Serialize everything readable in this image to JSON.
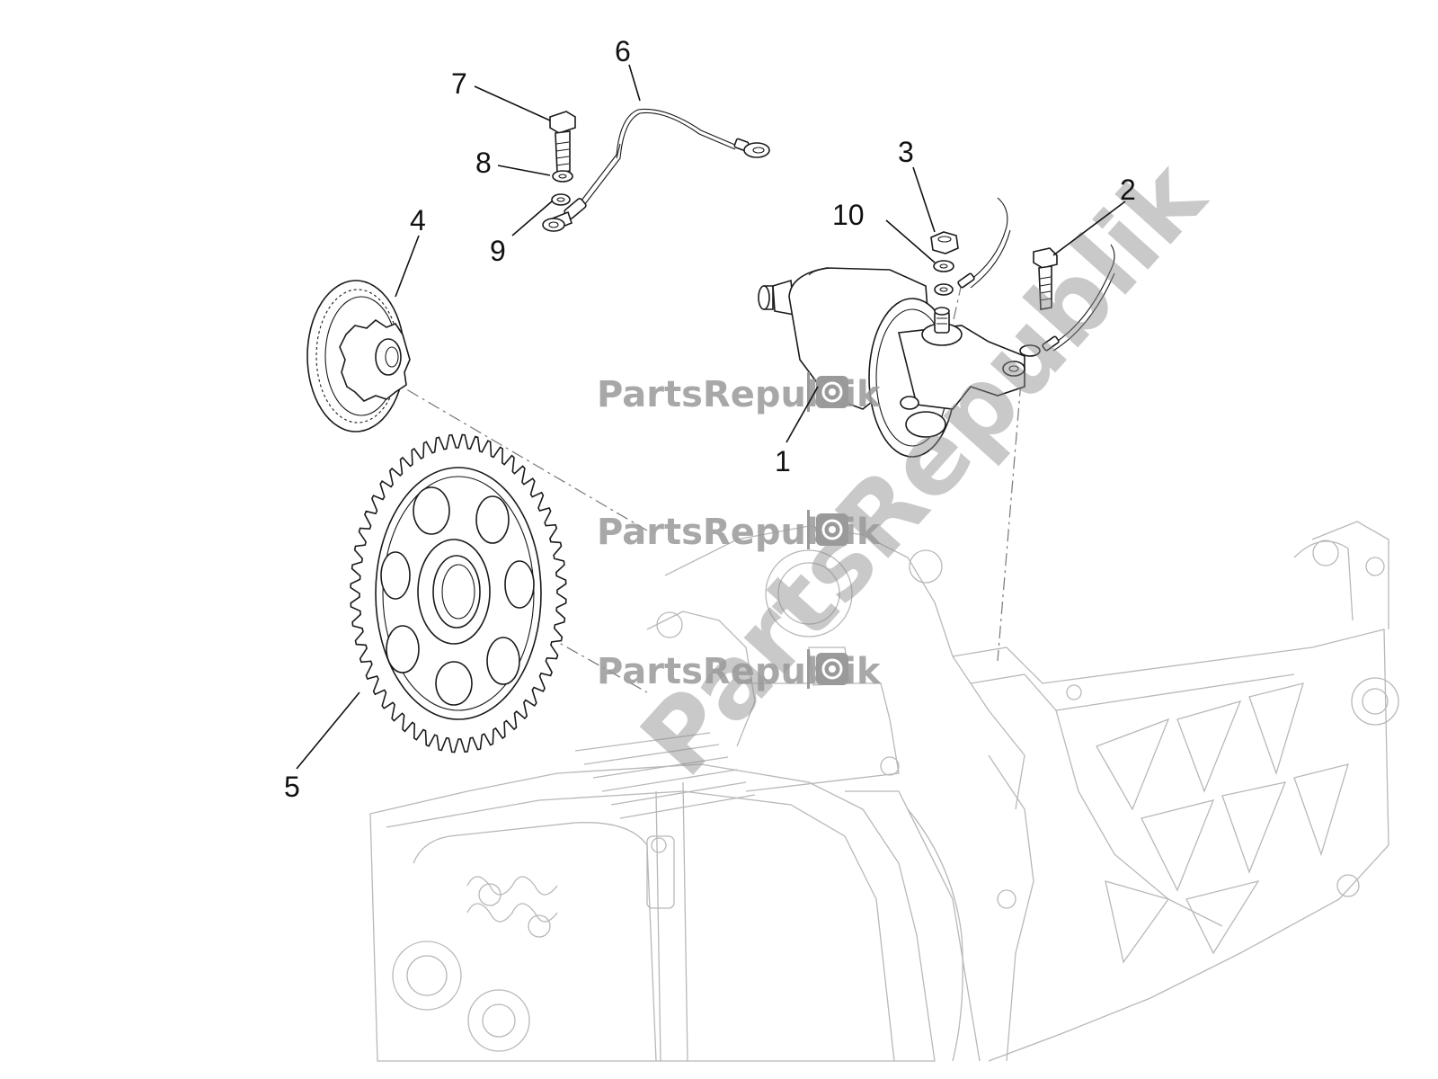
{
  "callouts": [
    {
      "id": "1",
      "label": "1"
    },
    {
      "id": "2",
      "label": "2"
    },
    {
      "id": "3",
      "label": "3"
    },
    {
      "id": "4",
      "label": "4"
    },
    {
      "id": "5",
      "label": "5"
    },
    {
      "id": "6",
      "label": "6"
    },
    {
      "id": "7",
      "label": "7"
    },
    {
      "id": "8",
      "label": "8"
    },
    {
      "id": "9",
      "label": "9"
    },
    {
      "id": "10",
      "label": "10"
    }
  ],
  "watermark": {
    "text": "PartsRepublik",
    "icon": "gear-icon"
  },
  "colors": {
    "line": "#1a1a1a",
    "ghost": "#b8b8b8",
    "watermark": "#9a9a9a"
  }
}
